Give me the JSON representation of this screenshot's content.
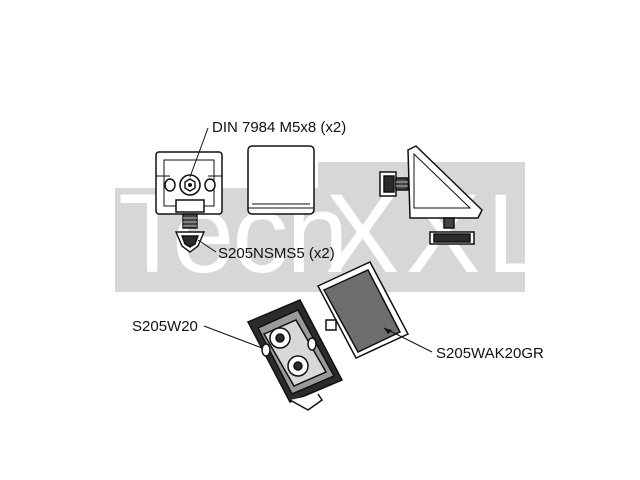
{
  "watermark": {
    "brand": "Tech",
    "brand_suffix": "XXL",
    "color": "#d7d7d7"
  },
  "callouts": {
    "screw": "DIN 7984 M5x8 (x2)",
    "nut": "S205NSMS5 (x2)",
    "bracket": "S205W20",
    "cover": "S205WAK20GR"
  },
  "colors": {
    "line": "#111111",
    "part_dark": "#2b2b2b",
    "part_mid": "#7a7a7a",
    "cover_fill": "#6e6e6e"
  }
}
